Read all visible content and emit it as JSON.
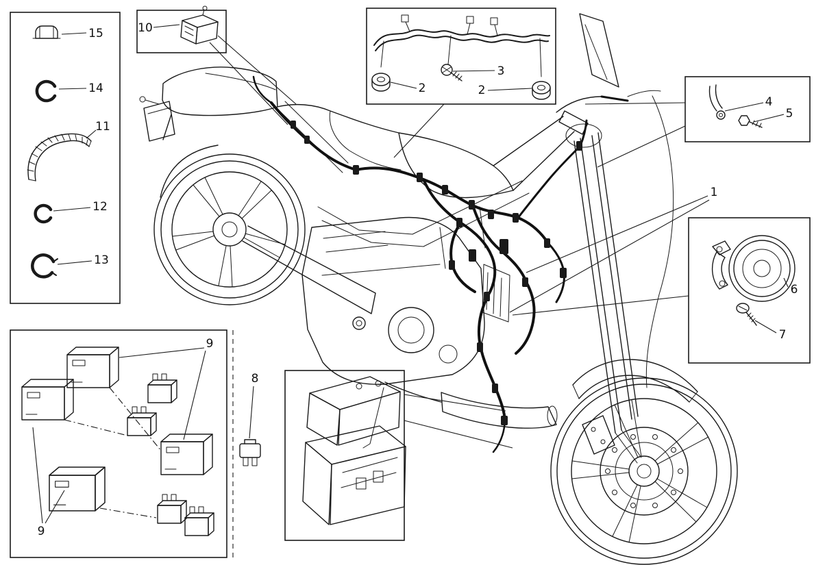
{
  "page": {
    "colors": {
      "line": "#1a1a1a",
      "background": "#ffffff"
    }
  },
  "diagram": {
    "kind": "exploded-parts-diagram",
    "subject": "motorcycle wiring harness and electrical components",
    "panels": {
      "fasteners": {
        "callouts": {
          "n15": "15",
          "n14": "14",
          "n11": "11",
          "n12": "12",
          "n13": "13"
        }
      },
      "relay_top": {
        "callouts": {
          "n10": "10"
        }
      },
      "harness_top": {
        "callouts": {
          "n2_left": "2",
          "n3": "3",
          "n2_right": "2"
        }
      },
      "bracket": {
        "callouts": {
          "n4": "4",
          "n5": "5"
        }
      },
      "horn": {
        "callouts": {
          "n6": "6",
          "n7": "7"
        }
      },
      "relays": {
        "callouts": {
          "n9_top": "9",
          "n9_bottom": "9"
        }
      },
      "battery": {
        "callouts": {
          "n8": "8"
        }
      },
      "main": {
        "callouts": {
          "n1": "1"
        }
      }
    }
  }
}
